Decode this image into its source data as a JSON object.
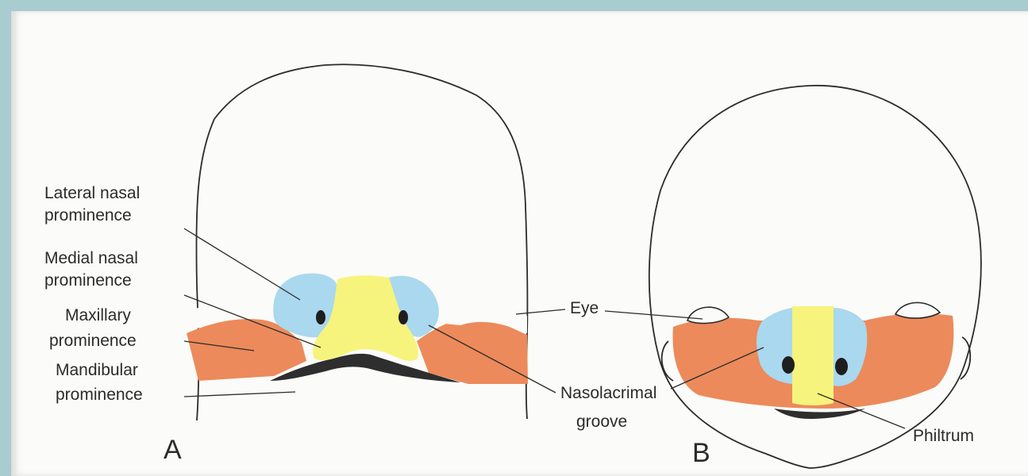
{
  "labels": {
    "lateral_nasal": [
      "Lateral nasal",
      "prominence"
    ],
    "medial_nasal": [
      "Medial nasal",
      "prominence"
    ],
    "maxillary": [
      "Maxillary",
      "prominence"
    ],
    "mandibular": [
      "Mandibular",
      "prominence"
    ],
    "eye": "Eye",
    "nasolacrimal": [
      "Nasolacrimal",
      "groove"
    ],
    "philtrum": "Philtrum"
  },
  "panels": {
    "a": "A",
    "b": "B"
  },
  "colors": {
    "lateral_nasal": "#a9d8ef",
    "medial_nasal": "#f6f47c",
    "maxillary": "#ec8a5b",
    "mandibular": "#2e2e2e",
    "frame": "#a8cccf"
  }
}
